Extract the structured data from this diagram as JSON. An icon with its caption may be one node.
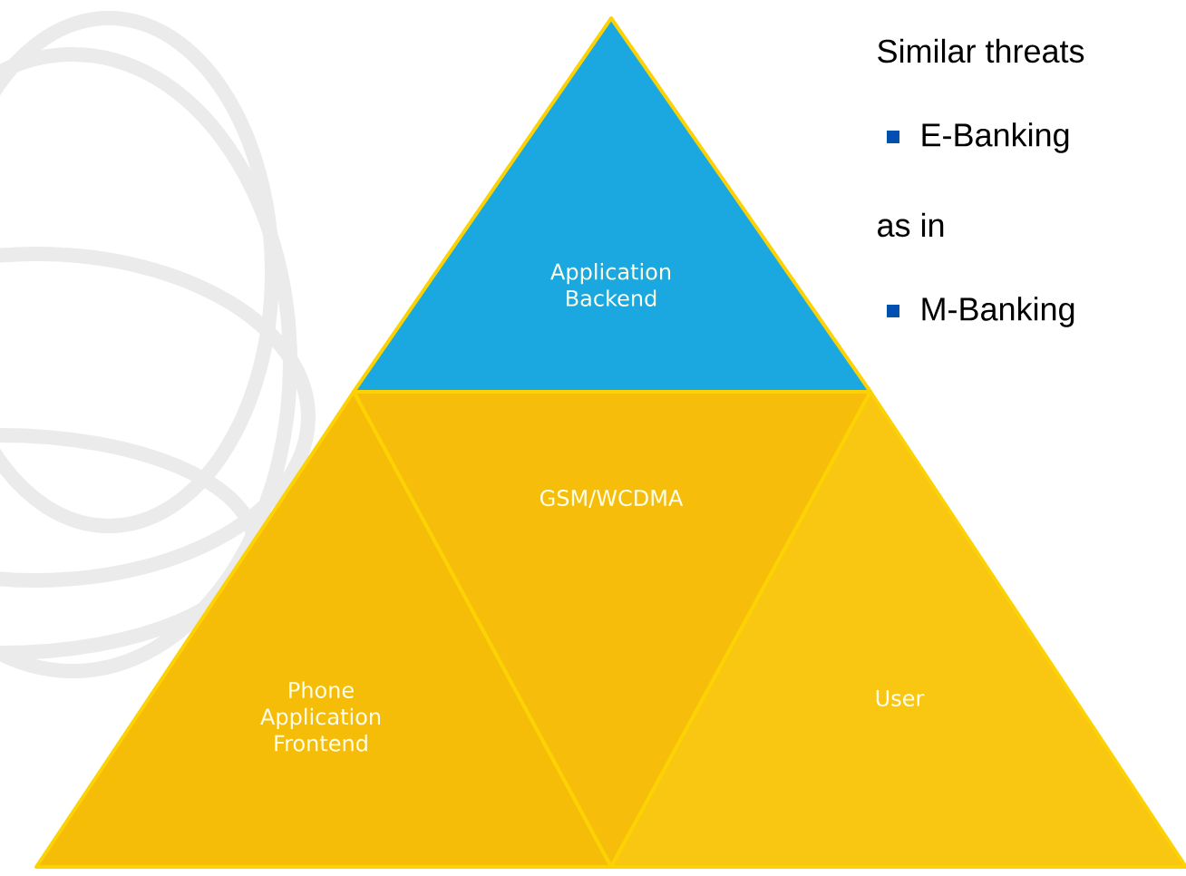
{
  "diagram": {
    "nodes": [
      {
        "text": [
          "Application Backend"
        ]
      },
      {
        "text": [
          "GSM/WCDMA"
        ]
      },
      {
        "text": [
          "Phone Application Frontend"
        ]
      },
      {
        "text": [
          "User"
        ]
      }
    ],
    "labels": [
      "Similar threats",
      "E-Banking",
      "as in",
      "M-Banking"
    ]
  }
}
